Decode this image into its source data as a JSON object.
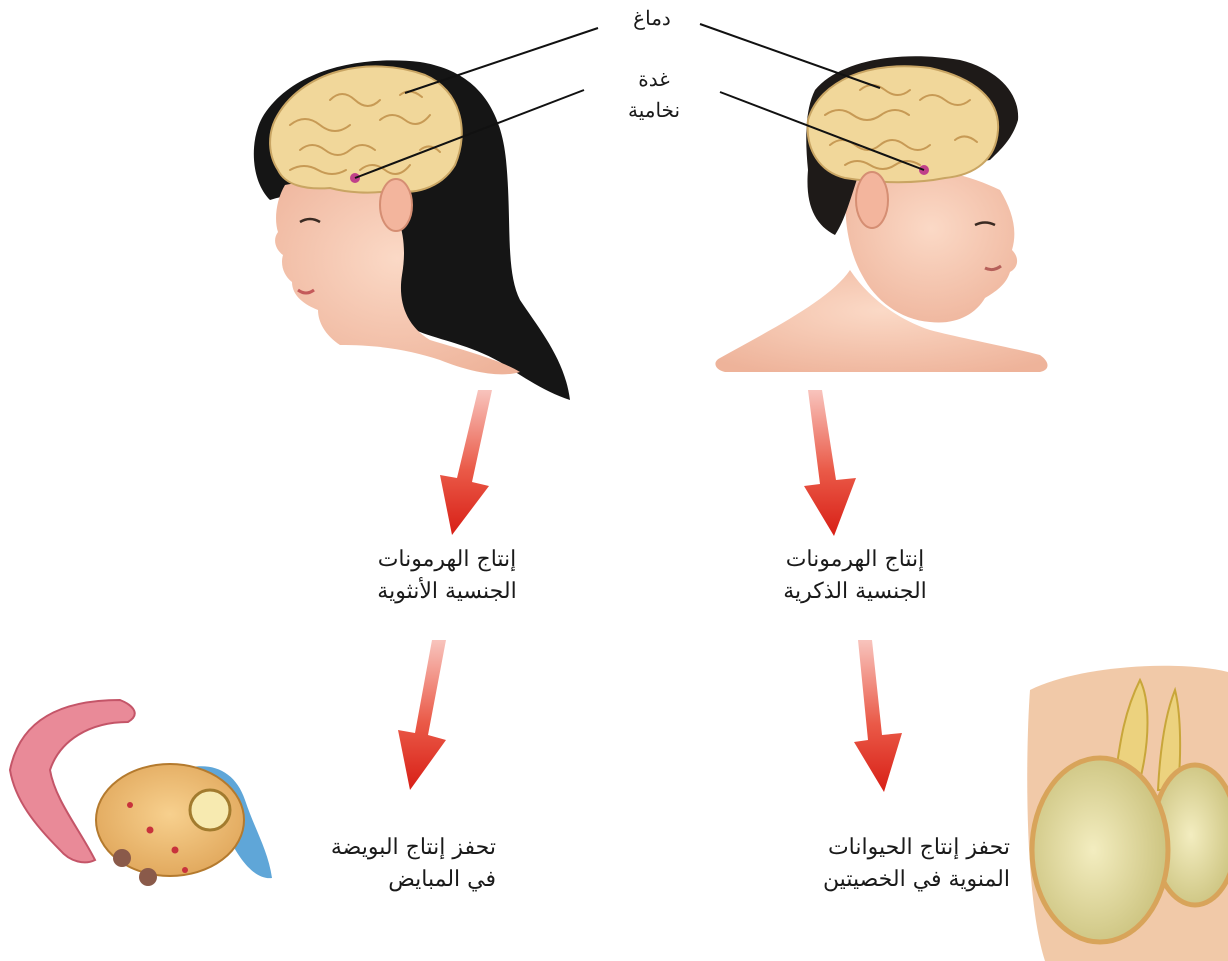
{
  "labels": {
    "brain": "دماغ",
    "pituitary_line1": "غدة",
    "pituitary_line2": "نخامية"
  },
  "female": {
    "hormones_line1": "إنتاج  الهرمونات",
    "hormones_line2": "الجنسية الأنثوية",
    "effect_line1": "تحفز إنتاج البويضة",
    "effect_line2": "في المبايض"
  },
  "male": {
    "hormones_line1": "إنتاج  الهرمونات",
    "hormones_line2": "الجنسية الذكرية",
    "effect_line1": "تحفز إنتاج الحيوانات",
    "effect_line2": "المنوية في الخصيتين"
  },
  "colors": {
    "arrow": "#e0241b",
    "arrow_fade": "#f6b3ad",
    "brain": "#f1d79a",
    "skin": "#f6c7b0",
    "hair_female": "#141414",
    "hair_male": "#1e1a18",
    "ovary": "#f1c277",
    "testis": "#ecdca0",
    "pituitary_dot": "#c0408a"
  }
}
